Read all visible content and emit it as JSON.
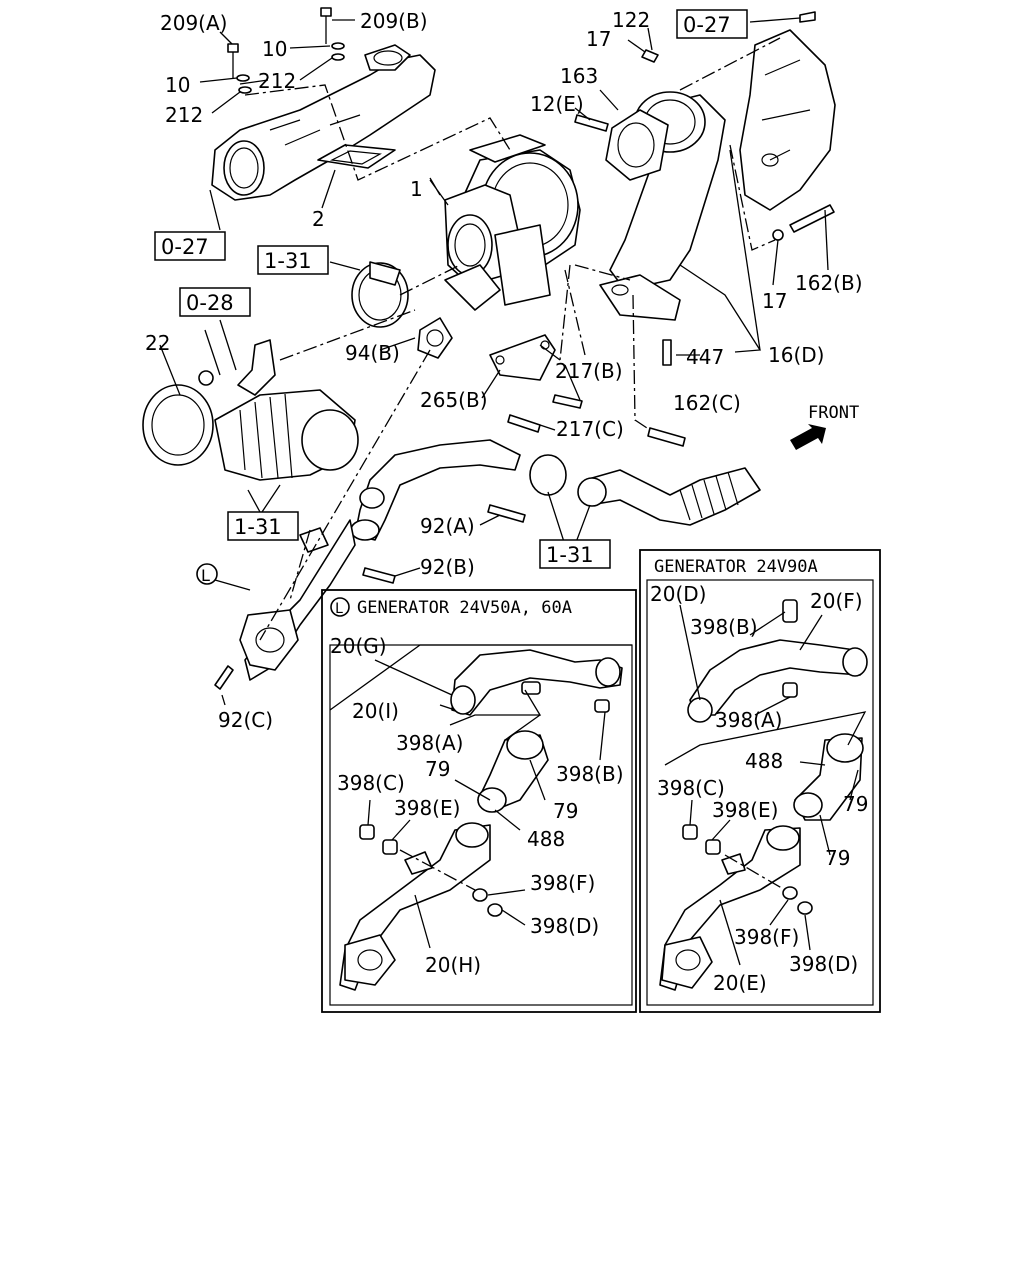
{
  "front_label": "FRONT",
  "sections": {
    "gen_50_60": "GENERATOR  24V50A, 60A",
    "gen_90": "GENERATOR  24V90A",
    "marker": "L"
  },
  "refs": {
    "r027a": "0-27",
    "r027b": "0-27",
    "r028": "0-28",
    "r131a": "1-31",
    "r131b": "1-31",
    "r131c": "1-31"
  },
  "labels": {
    "l209a": "209(A)",
    "l209b": "209(B)",
    "l10a": "10",
    "l10b": "10",
    "l212a": "212",
    "l212b": "212",
    "l2": "2",
    "l1": "1",
    "l122": "122",
    "l17a": "17",
    "l163": "163",
    "l12e": "12(E)",
    "l162b": "162(B)",
    "l17b": "17",
    "l447": "447",
    "l16d": "16(D)",
    "l22": "22",
    "l94b": "94(B)",
    "l217b": "217(B)",
    "l265b": "265(B)",
    "l217c": "217(C)",
    "l162c": "162(C)",
    "l92a": "92(A)",
    "l92b": "92(B)",
    "l92c": "92(C)",
    "lL": "L",
    "g20g": "20(G)",
    "g20i": "20(I)",
    "g398a": "398(A)",
    "g398b": "398(B)",
    "g79a": "79",
    "g79b": "79",
    "g398c": "398(C)",
    "g398e": "398(E)",
    "g488": "488",
    "g398f": "398(F)",
    "g398d": "398(D)",
    "g20h": "20(H)",
    "h20d": "20(D)",
    "h398b": "398(B)",
    "h20f": "20(F)",
    "h398a": "398(A)",
    "h488": "488",
    "h398c": "398(C)",
    "h398e": "398(E)",
    "h79a": "79",
    "h79b": "79",
    "h398f": "398(F)",
    "h398d": "398(D)",
    "h20e": "20(E)"
  }
}
